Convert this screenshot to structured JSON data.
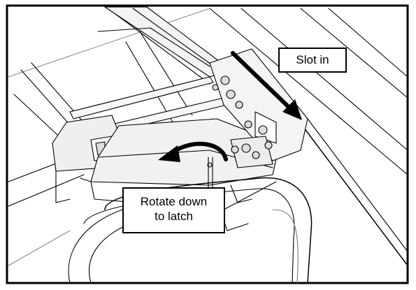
{
  "callouts": {
    "slot_in": "Slot in",
    "rotate_line1": "Rotate down",
    "rotate_line2": "to latch"
  },
  "colors": {
    "ink": "#000000",
    "paper": "#ffffff",
    "shade": "#e9e9e9"
  },
  "icons": [
    "slot-direction-arrow-icon",
    "rotate-direction-arrow-icon"
  ]
}
